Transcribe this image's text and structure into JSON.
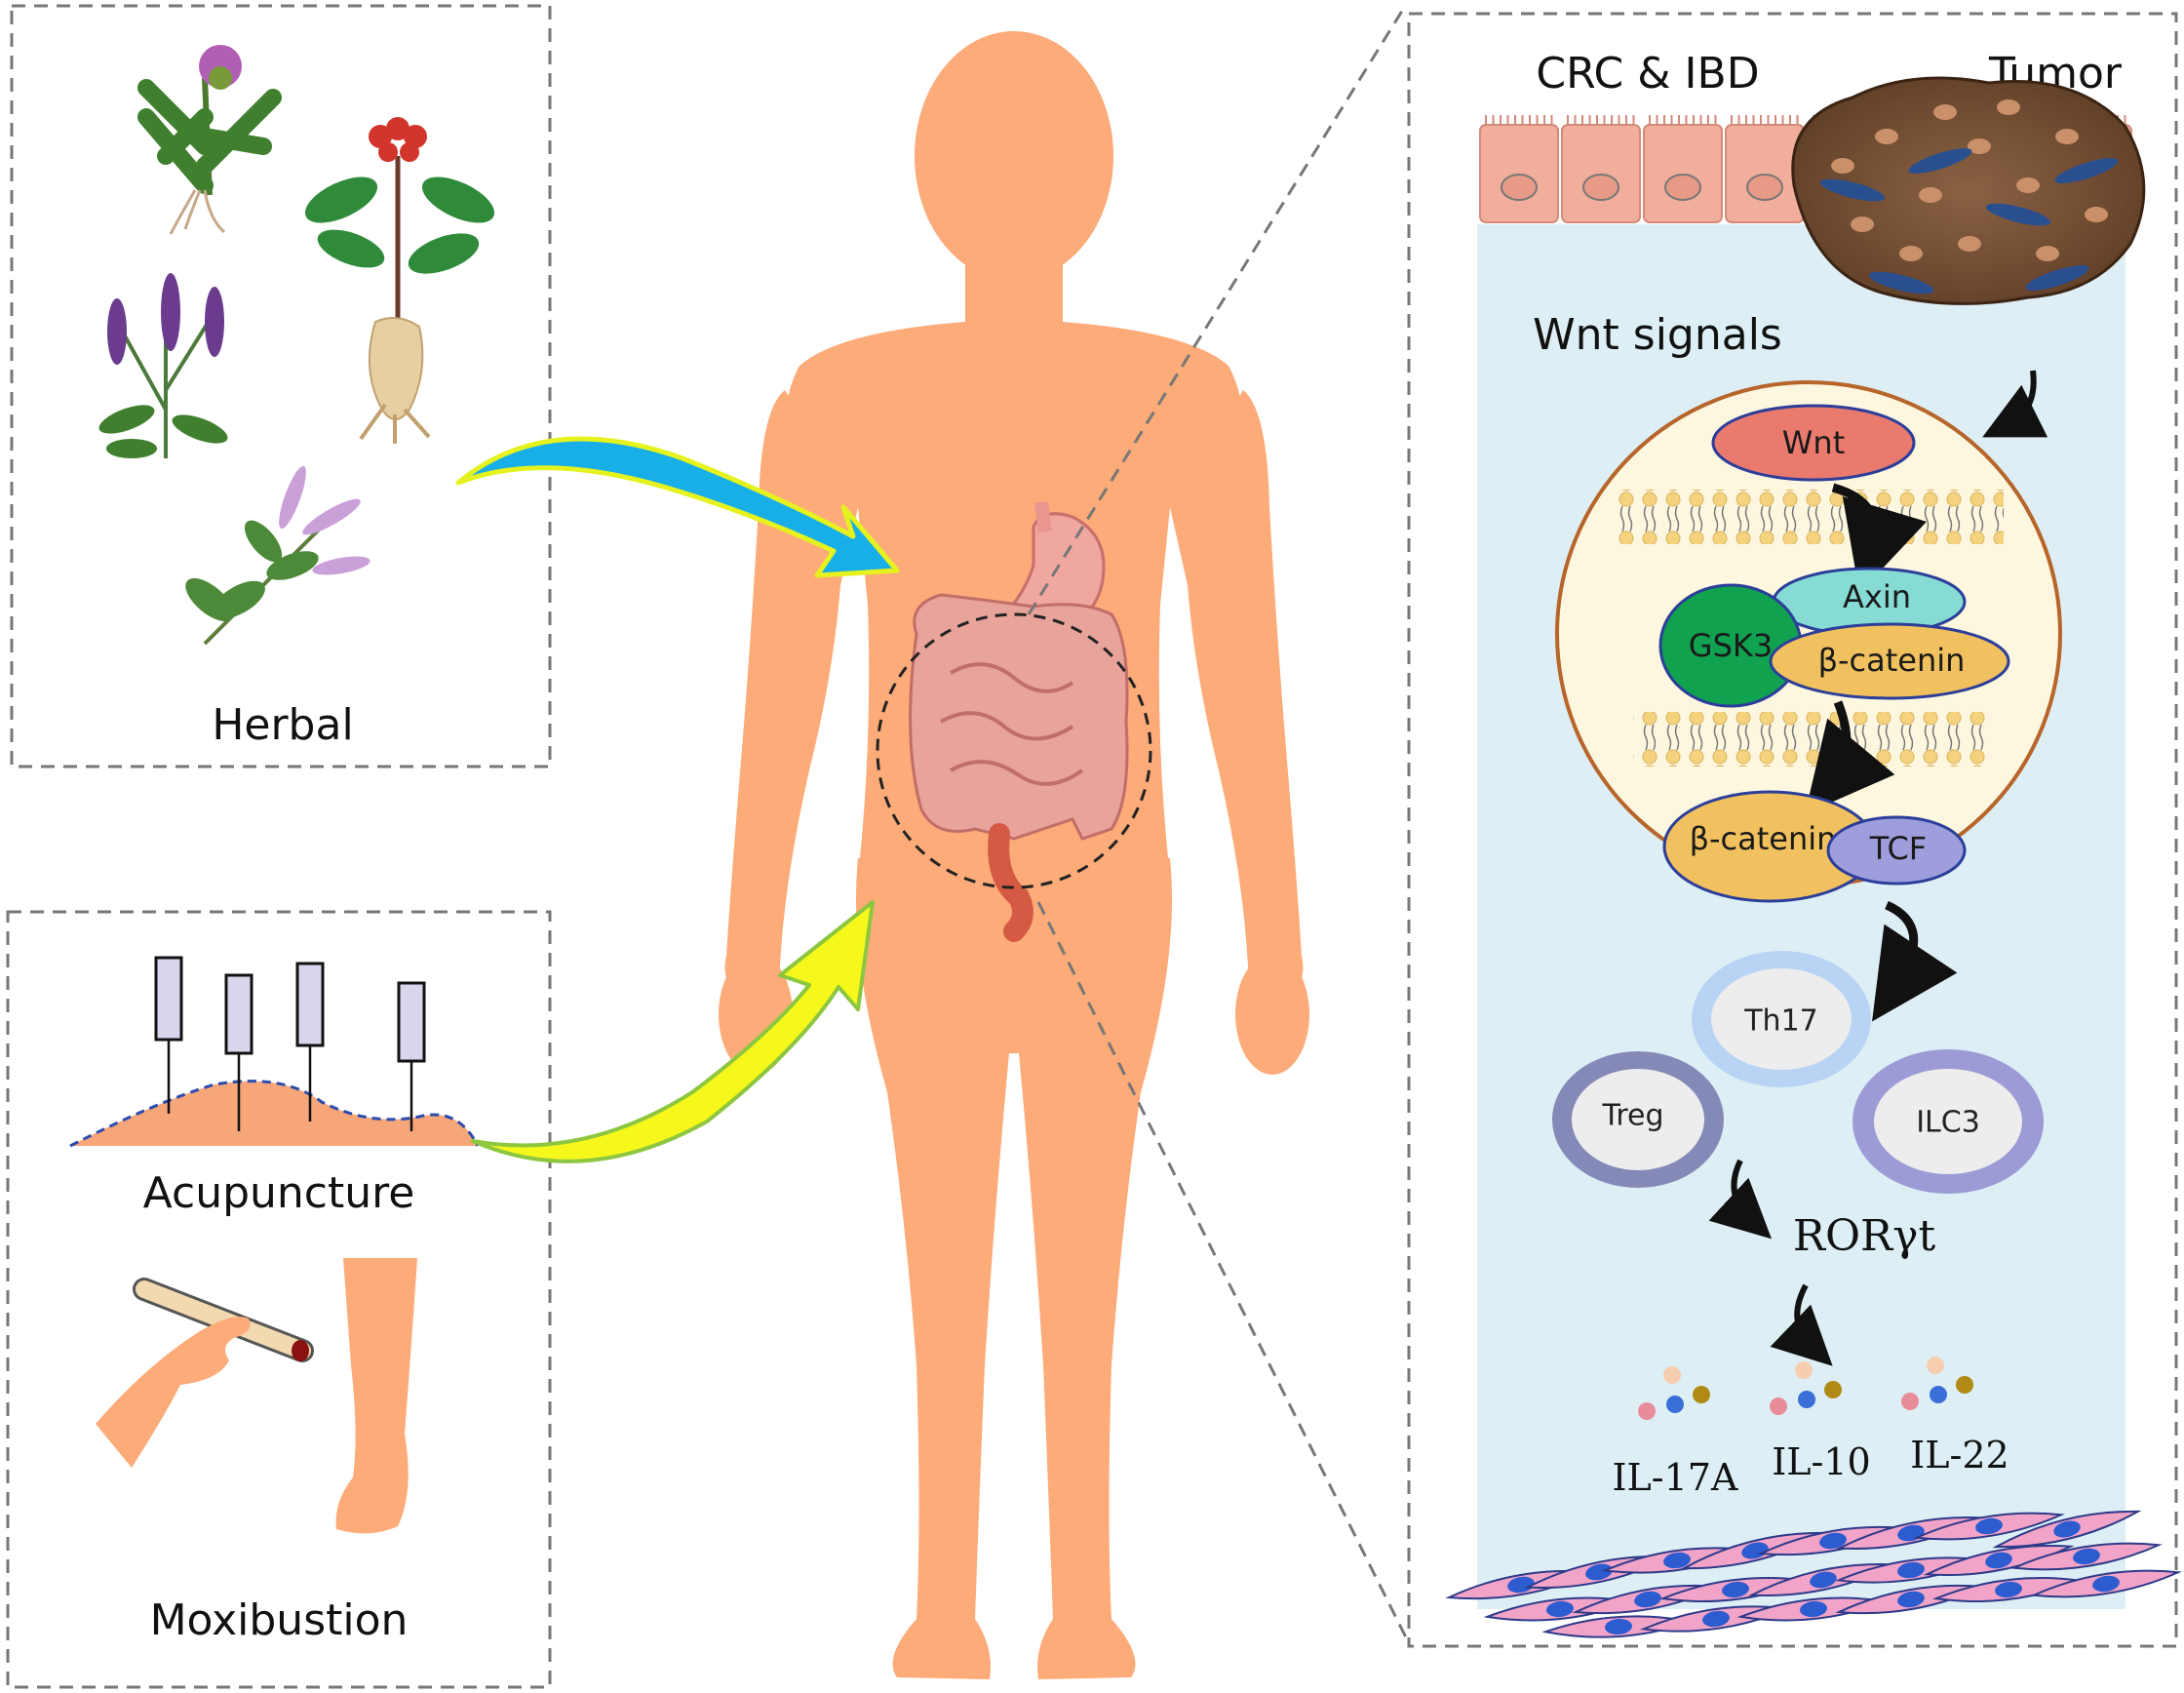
{
  "panels": {
    "herbal": {
      "label": "Herbal"
    },
    "acupuncture": {
      "label": "Acupuncture"
    },
    "moxibustion": {
      "label": "Moxibustion"
    }
  },
  "detail": {
    "crc_ibd_label": "CRC & IBD",
    "tumor_label": "Tumor",
    "wnt_signals_label": "Wnt signals",
    "pathway": {
      "wnt": "Wnt",
      "axin": "Axin",
      "gsk3": "GSK3",
      "beta_catenin_complex": "β-catenin",
      "beta_catenin_nuclear": "β-catenin",
      "tcf": "TCF"
    },
    "immune_cells": {
      "th17": "Th17",
      "treg": "Treg",
      "ilc3": "ILC3"
    },
    "rorgt_label": "RORγt",
    "cytokines": {
      "il17a": "IL-17A",
      "il10": "IL-10",
      "il22": "IL-22"
    }
  },
  "colors": {
    "skin": "#FCAB79",
    "lumen": "#DDEFF5",
    "tumor": "#7A5236",
    "wnt": "#EB7A6E",
    "axin": "#86DBD4",
    "gsk3": "#10A24F",
    "beta_catenin": "#F2C15F",
    "tcf": "#9E9EDC",
    "th17_ring": "#B8D3F3",
    "treg_ring": "#8589B8",
    "ilc3_ring": "#9C9BD6",
    "arrow_blue": "#18AEE8",
    "arrow_yellow": "#F6F81C"
  }
}
